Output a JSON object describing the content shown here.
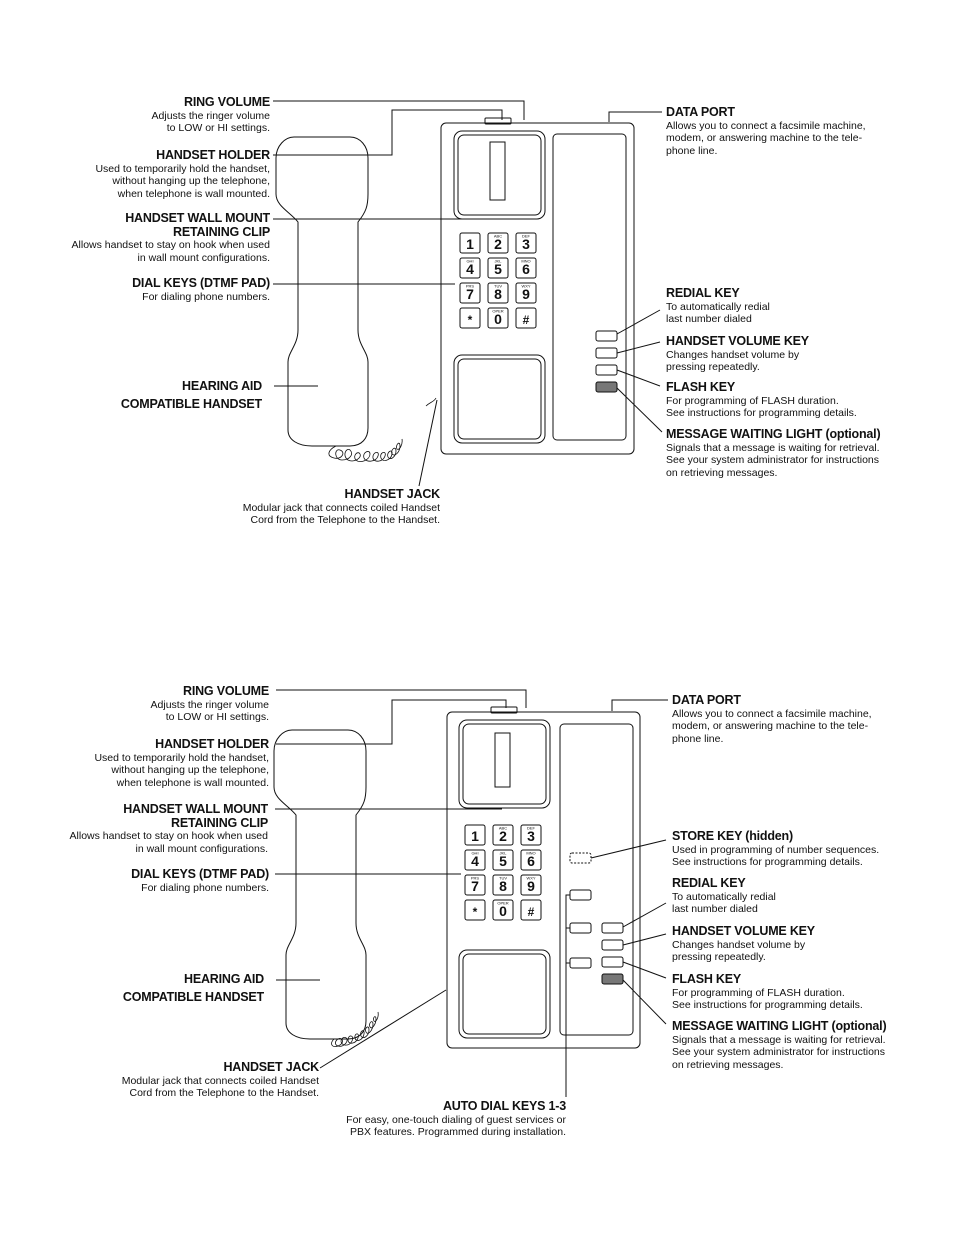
{
  "diagram_top": {
    "ring_volume": {
      "title": "RING VOLUME",
      "desc": [
        "Adjusts the ringer volume",
        "to LOW or HI settings."
      ]
    },
    "handset_holder": {
      "title": "HANDSET HOLDER",
      "desc": [
        "Used to temporarily hold the handset,",
        "without hanging up the telephone,",
        "when telephone is wall mounted."
      ]
    },
    "wall_mount": {
      "title": "HANDSET WALL MOUNT",
      "title2": "RETAINING CLIP",
      "desc": [
        "Allows handset to stay on hook when used",
        "in wall mount configurations."
      ]
    },
    "dial_keys": {
      "title": "DIAL KEYS (DTMF PAD)",
      "desc": [
        "For dialing phone numbers."
      ]
    },
    "hearing_aid": {
      "title": "HEARING AID",
      "title2": "COMPATIBLE HANDSET"
    },
    "handset_jack": {
      "title": "HANDSET JACK",
      "desc": [
        "Modular jack that connects coiled Handset",
        "Cord from the Telephone to the Handset."
      ]
    },
    "data_port": {
      "title": "DATA PORT",
      "desc": [
        "Allows you to connect a facsimile machine,",
        "modem, or answering machine to the tele-",
        "phone line."
      ]
    },
    "redial": {
      "title": "REDIAL KEY",
      "desc": [
        "To automatically redial",
        "last number dialed"
      ]
    },
    "handset_volume": {
      "title": "HANDSET VOLUME KEY",
      "desc": [
        "Changes handset volume by",
        "pressing repeatedly."
      ]
    },
    "flash": {
      "title": "FLASH KEY",
      "desc": [
        "For programming of FLASH duration.",
        "See instructions for programming details."
      ]
    },
    "message_light": {
      "title": "MESSAGE WAITING LIGHT (optional)",
      "desc": [
        "Signals that a message is waiting for retrieval.",
        "See your system administrator for instructions",
        "on retrieving messages."
      ]
    }
  },
  "diagram_bottom": {
    "ring_volume": {
      "title": "RING VOLUME",
      "desc": [
        "Adjusts the ringer volume",
        "to LOW or HI settings."
      ]
    },
    "handset_holder": {
      "title": "HANDSET HOLDER",
      "desc": [
        "Used to temporarily hold the handset,",
        "without hanging up the telephone,",
        "when telephone is wall mounted."
      ]
    },
    "wall_mount": {
      "title": "HANDSET WALL MOUNT",
      "title2": "RETAINING CLIP",
      "desc": [
        "Allows handset to stay on hook when used",
        "in wall mount configurations."
      ]
    },
    "dial_keys": {
      "title": "DIAL KEYS (DTMF PAD)",
      "desc": [
        "For dialing phone numbers."
      ]
    },
    "hearing_aid": {
      "title": "HEARING AID",
      "title2": "COMPATIBLE HANDSET"
    },
    "handset_jack": {
      "title": "HANDSET JACK",
      "desc": [
        "Modular jack that connects coiled Handset",
        "Cord from the Telephone to the Handset."
      ]
    },
    "auto_dial": {
      "title": "AUTO DIAL KEYS 1-3",
      "desc": [
        "For easy, one-touch dialing of guest services or",
        "PBX features. Programmed during installation."
      ]
    },
    "data_port": {
      "title": "DATA PORT",
      "desc": [
        "Allows you to connect a facsimile machine,",
        "modem, or answering machine to the tele-",
        "phone line."
      ]
    },
    "store": {
      "title": "STORE KEY (hidden)",
      "desc": [
        "Used in programming of number sequences.",
        "See instructions for programming details."
      ]
    },
    "redial": {
      "title": "REDIAL KEY",
      "desc": [
        "To automatically redial",
        "last number dialed"
      ]
    },
    "handset_volume": {
      "title": "HANDSET VOLUME KEY",
      "desc": [
        "Changes handset volume by",
        "pressing repeatedly."
      ]
    },
    "flash": {
      "title": "FLASH KEY",
      "desc": [
        "For programming of FLASH duration.",
        "See instructions for programming details."
      ]
    },
    "message_light": {
      "title": "MESSAGE WAITING LIGHT (optional)",
      "desc": [
        "Signals that a message is waiting for retrieval.",
        "See your system administrator for instructions",
        "on retrieving messages."
      ]
    }
  },
  "keypad": {
    "keys": [
      "1",
      "2",
      "3",
      "4",
      "5",
      "6",
      "7",
      "8",
      "9",
      "*",
      "0",
      "#"
    ],
    "sublabels": [
      "",
      "ABC",
      "DEF",
      "GHI",
      "JKL",
      "MNO",
      "PRS",
      "TUV",
      "WXY",
      "",
      "OPER",
      ""
    ]
  }
}
